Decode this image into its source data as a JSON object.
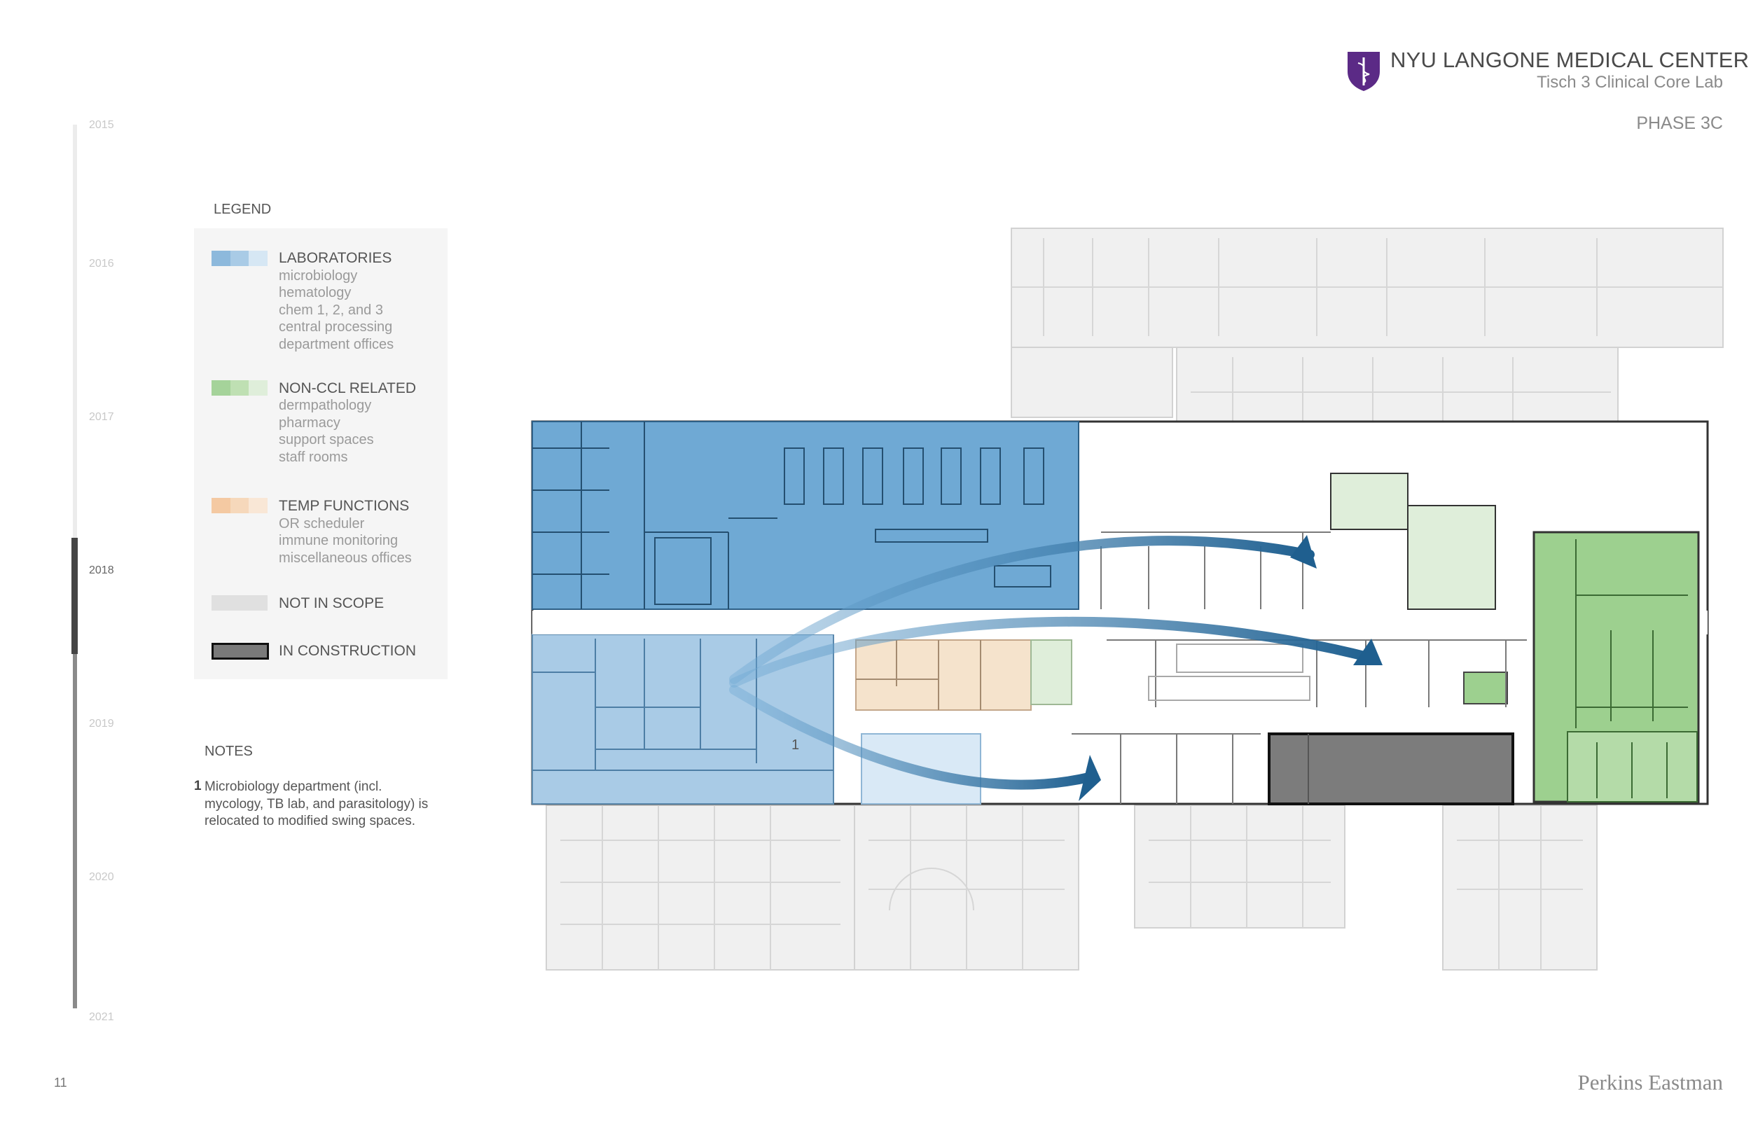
{
  "header": {
    "title": "NYU LANGONE MEDICAL CENTER",
    "subtitle": "Tisch 3 Clinical Core Lab",
    "phase": "PHASE 3C"
  },
  "timeline": {
    "years": [
      "2015",
      "2016",
      "2017",
      "2018",
      "2019",
      "2020",
      "2021"
    ],
    "current": "2018"
  },
  "legend": {
    "title": "LEGEND",
    "categories": [
      {
        "label": "LABORATORIES",
        "items": [
          "microbiology",
          "hematology",
          "chem 1, 2, and 3",
          "central processing",
          "department offices"
        ],
        "colors": [
          "#8db9dc",
          "#a9cbe6",
          "#d6e7f4"
        ]
      },
      {
        "label": "NON-CCL RELATED",
        "items": [
          "dermpathology",
          "pharmacy",
          "support spaces",
          "staff rooms"
        ],
        "colors": [
          "#a5d39a",
          "#bfe0b3",
          "#dfeeda"
        ]
      },
      {
        "label": "TEMP FUNCTIONS",
        "items": [
          "OR scheduler",
          "immune monitoring",
          "miscellaneous offices"
        ],
        "colors": [
          "#f4c9a2",
          "#f6d8bb",
          "#f9e7d6"
        ]
      },
      {
        "label": "NOT IN SCOPE",
        "items": [],
        "colors": [
          "#e0e0e0"
        ]
      },
      {
        "label": "IN CONSTRUCTION",
        "items": [],
        "colors": [
          "#7a7a7a"
        ]
      }
    ]
  },
  "notes": {
    "title": "NOTES",
    "items": [
      {
        "num": "1",
        "text": "Microbiology department (incl. mycology, TB lab, and parasitology) is relocated to modified swing spaces."
      }
    ]
  },
  "plan": {
    "marker": "1",
    "colors": {
      "lab_dark": "#6fa9d4",
      "lab_mid": "#a9cbe6",
      "lab_light": "#d9e9f6",
      "green_dark": "#9dd08f",
      "green_light": "#dfeeda",
      "temp": "#f5e3cc",
      "not_in_scope": "#efefef",
      "construction": "#7c7c7c",
      "arrow": "#1f5f8f"
    }
  },
  "footer": {
    "page_number": "11",
    "firm": "Perkins Eastman"
  }
}
